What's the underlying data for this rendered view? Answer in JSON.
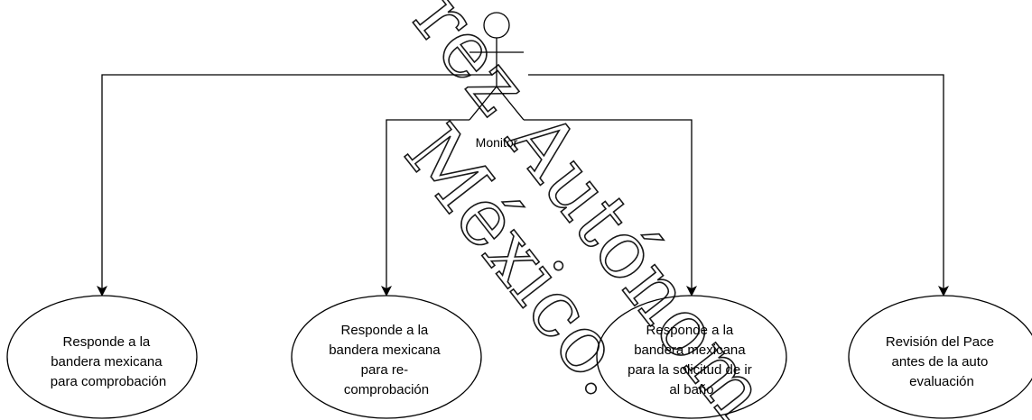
{
  "actor": {
    "label": "Monitor"
  },
  "use_cases": [
    {
      "lines": [
        "Responde a la",
        "bandera mexicana",
        "para comprobación"
      ]
    },
    {
      "lines": [
        "Responde a la",
        "bandera mexicana",
        "para re-",
        "comprobación"
      ]
    },
    {
      "lines": [
        "Responde a la",
        "bandera mexicana",
        "para la solicitud de ir",
        "al baño"
      ]
    },
    {
      "lines": [
        "Revisión del Pace",
        "antes de la auto",
        "evaluación"
      ]
    }
  ],
  "watermark": {
    "line1": "rez Autónom",
    "line2": "México."
  },
  "colors": {
    "stroke": "#000000",
    "fill": "#ffffff"
  }
}
